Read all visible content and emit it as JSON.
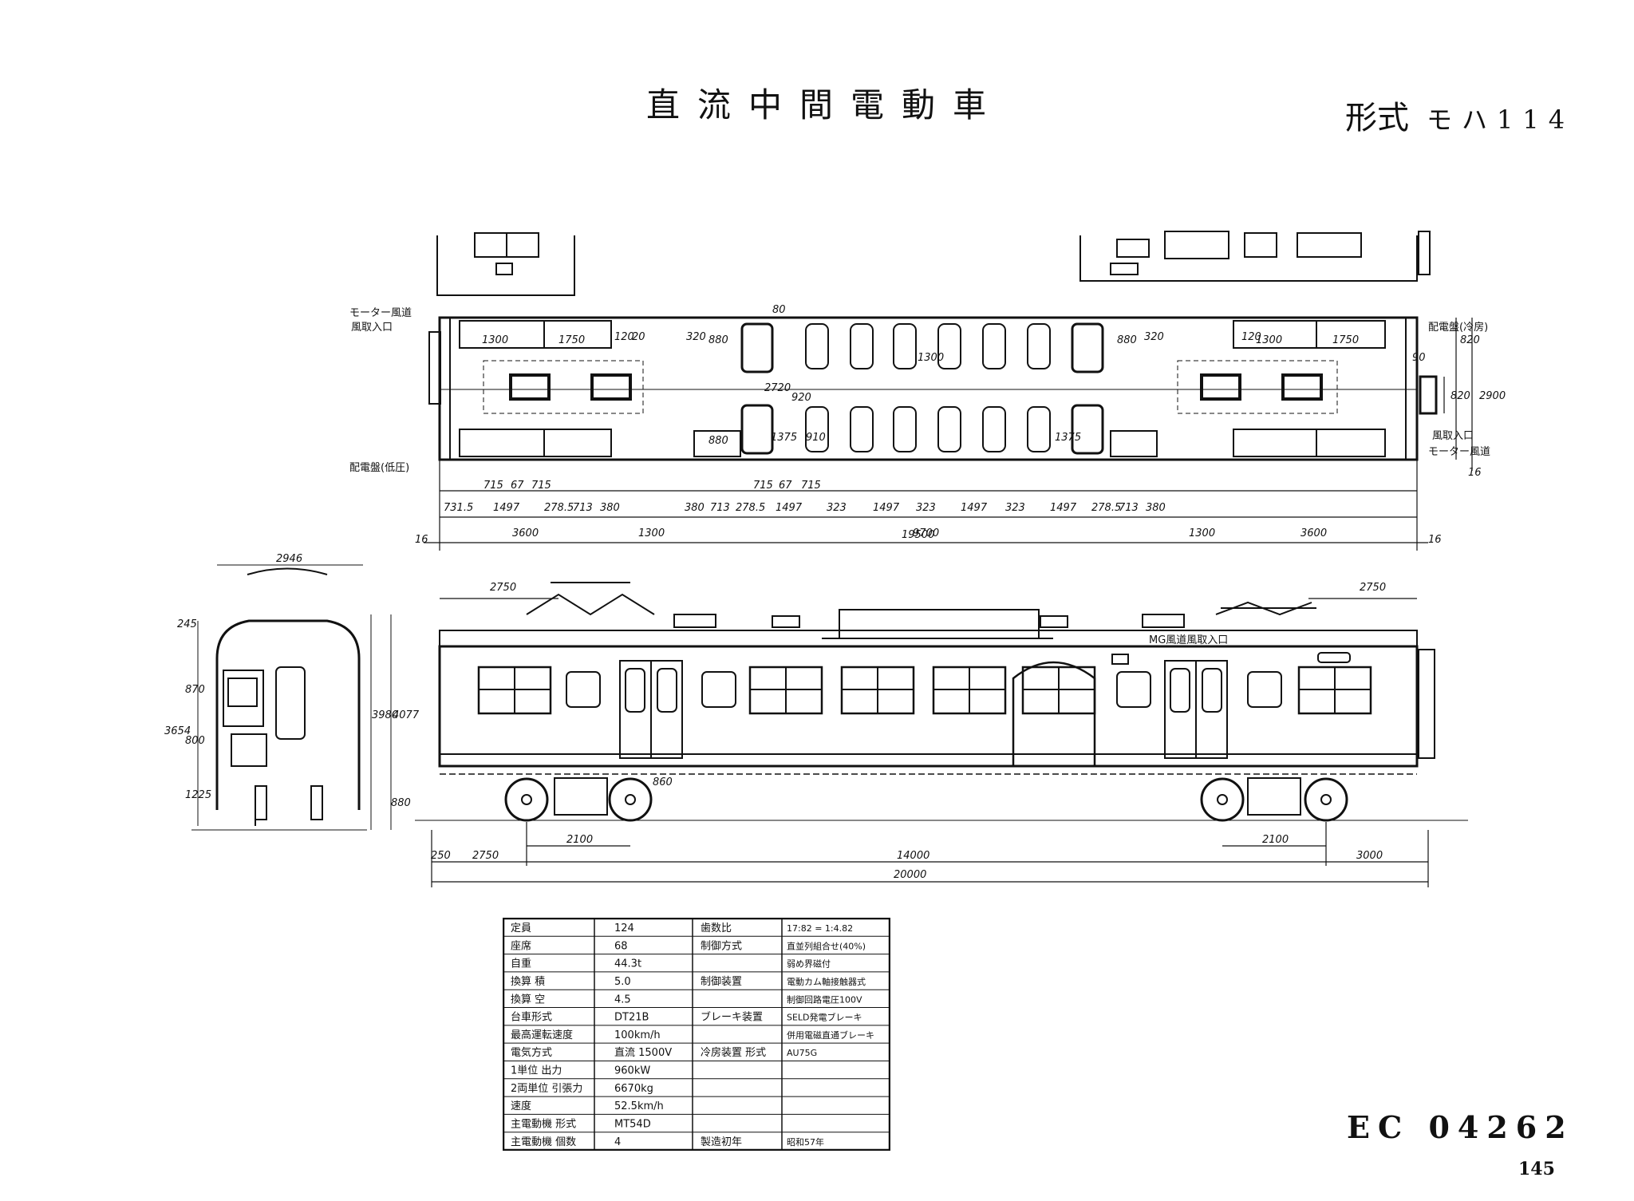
{
  "header": {
    "title": "直流中間電動車",
    "model_label": "形式",
    "model_code": "モハ114"
  },
  "plan_view": {
    "left_labels": [
      "モーター風道",
      "風取入口",
      "配電盤(低圧)"
    ],
    "right_labels": [
      "配電盤(冷房)",
      "風取入口",
      "モーター風道"
    ],
    "interior_dims": [
      "1300",
      "1750",
      "120",
      "320",
      "880",
      "80",
      "1300",
      "1750",
      "120",
      "320",
      "880",
      "1300",
      "1375",
      "910",
      "1375",
      "880",
      "2720",
      "820",
      "920",
      "90",
      "20"
    ],
    "bottom_row1": [
      "715",
      "67",
      "715",
      "715",
      "67",
      "715"
    ],
    "bottom_row2": [
      "731.5",
      "1497",
      "278.5",
      "713",
      "380",
      "380",
      "713",
      "278.5",
      "1497",
      "323",
      "1497",
      "323",
      "1497",
      "323",
      "1497",
      "278.5",
      "713",
      "380"
    ],
    "bottom_row3": [
      "3600",
      "1300",
      "9700",
      "1300",
      "3600"
    ],
    "overall": "19500",
    "end_dims": [
      "16",
      "16"
    ],
    "width_dims": [
      "2900",
      "820",
      "16"
    ]
  },
  "end_view": {
    "width": "2946",
    "heights": [
      "245",
      "870",
      "800",
      "1225",
      "3654",
      "3980",
      "4077",
      "880"
    ]
  },
  "side_view": {
    "pantograph_dims": [
      "2750",
      "2750"
    ],
    "wheel_dia": "860",
    "mg_label": "MG風道風取入口",
    "truck_dims": [
      "2100",
      "2100"
    ],
    "bottom_dims": [
      "250",
      "2750",
      "14000",
      "3000"
    ],
    "overall": "20000"
  },
  "spec_table": {
    "rows": [
      {
        "label": "定員",
        "value": "124",
        "rlabel": "歯数比",
        "rvalue": "17:82 = 1:4.82"
      },
      {
        "label": "座席",
        "value": "68",
        "rlabel": "制御方式",
        "rvalue": "直並列組合せ(40%)"
      },
      {
        "label": "自重",
        "value": "44.3t",
        "rlabel": "",
        "rvalue": "弱め界磁付"
      },
      {
        "label": "換算 積",
        "value": "5.0",
        "rlabel": "制御装置",
        "rvalue": "電動カム軸接触器式"
      },
      {
        "label": "換算 空",
        "value": "4.5",
        "rlabel": "",
        "rvalue": "制御回路電圧100V"
      },
      {
        "label": "台車形式",
        "value": "DT21B",
        "rlabel": "ブレーキ装置",
        "rvalue": "SELD発電ブレーキ"
      },
      {
        "label": "最高運転速度",
        "value": "100km/h",
        "rlabel": "",
        "rvalue": "併用電磁直通ブレーキ"
      },
      {
        "label": "電気方式",
        "value": "直流 1500V",
        "rlabel": "冷房装置 形式",
        "rvalue": "AU75G"
      },
      {
        "label": "1単位 出力",
        "value": "960kW",
        "rlabel": "",
        "rvalue": ""
      },
      {
        "label": "2両単位 引張力",
        "value": "6670kg",
        "rlabel": "",
        "rvalue": ""
      },
      {
        "label": "速度",
        "value": "52.5km/h",
        "rlabel": "",
        "rvalue": ""
      },
      {
        "label": "主電動機 形式",
        "value": "MT54D",
        "rlabel": "",
        "rvalue": ""
      },
      {
        "label": "主電動機 個数",
        "value": "4",
        "rlabel": "製造初年",
        "rvalue": "昭和57年"
      }
    ]
  },
  "footer": {
    "code": "EC 04262",
    "page": "145"
  }
}
